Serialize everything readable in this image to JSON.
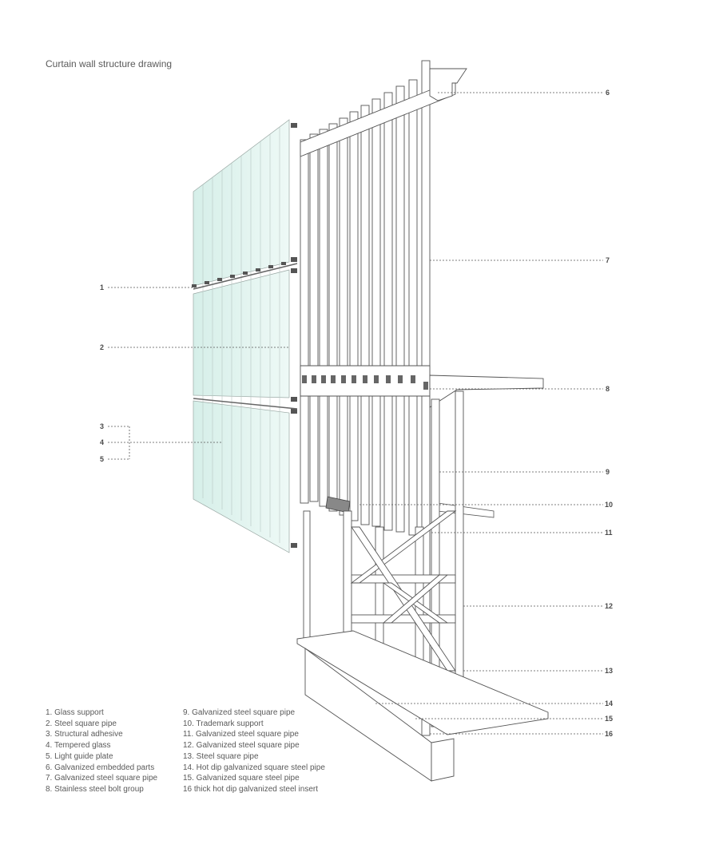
{
  "title": "Curtain wall structure drawing",
  "callouts": [
    "1",
    "2",
    "3",
    "4",
    "5",
    "6",
    "7",
    "8",
    "9",
    "10",
    "11",
    "12",
    "13",
    "14",
    "15",
    "16"
  ],
  "legend_left": [
    "1. Glass support",
    "2. Steel square pipe",
    "3. Structural adhesive",
    "4. Tempered glass",
    "5. Light guide plate",
    "6. Galvanized embedded parts",
    "7. Galvanized steel square pipe",
    "8. Stainless steel bolt group"
  ],
  "legend_right": [
    "9. Galvanized steel square pipe",
    "10. Trademark support",
    "11. Galvanized steel square pipe",
    "12. Galvanized steel square pipe",
    "13. Steel square pipe",
    "14. Hot dip galvanized square steel pipe",
    "15. Galvanized square steel pipe",
    "16 thick hot dip galvanized steel insert"
  ]
}
